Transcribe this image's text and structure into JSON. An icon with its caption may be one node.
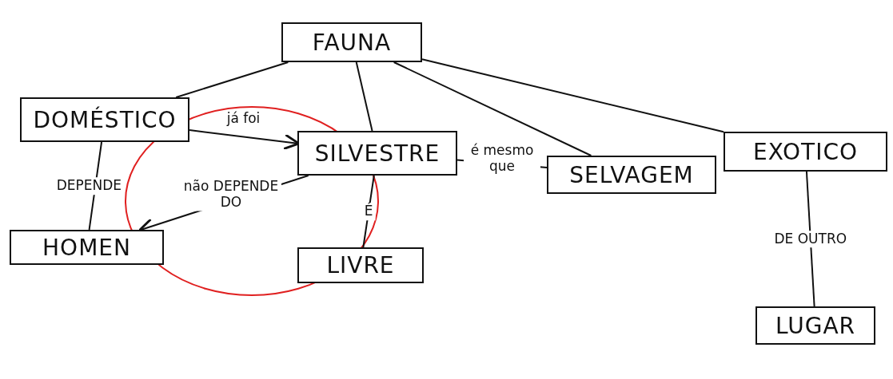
{
  "diagram": {
    "nodes": [
      {
        "text": [
          "FAUNA"
        ]
      },
      {
        "text": [
          "DOMÉSTICO"
        ]
      },
      {
        "text": [
          "SILVESTRE"
        ]
      },
      {
        "text": [
          "SELVAGEM"
        ]
      },
      {
        "text": [
          "EXOTICO"
        ]
      },
      {
        "text": [
          "HOMEN"
        ]
      },
      {
        "text": [
          "LIVRE"
        ]
      },
      {
        "text": [
          "LUGAR"
        ]
      }
    ],
    "edges": [
      {
        "from": 0,
        "to": 1,
        "arrow": "none"
      },
      {
        "from": 0,
        "to": 2,
        "arrow": "none"
      },
      {
        "from": 0,
        "to": 3,
        "arrow": "none"
      },
      {
        "from": 0,
        "to": 4,
        "arrow": "none"
      },
      {
        "from": 1,
        "to": 2,
        "arrow": "to",
        "label": "já foi"
      },
      {
        "from": 1,
        "to": 5,
        "arrow": "none",
        "label": "DEPENDE"
      },
      {
        "from": 2,
        "to": 5,
        "arrow": "to",
        "label": "não DEPENDE DO"
      },
      {
        "from": 2,
        "to": 6,
        "arrow": "none",
        "label": "É"
      },
      {
        "from": 2,
        "to": 3,
        "arrow": "none",
        "label": "é mesmo que"
      },
      {
        "from": 4,
        "to": 7,
        "arrow": "none",
        "label": "DE OUTRO"
      }
    ]
  }
}
